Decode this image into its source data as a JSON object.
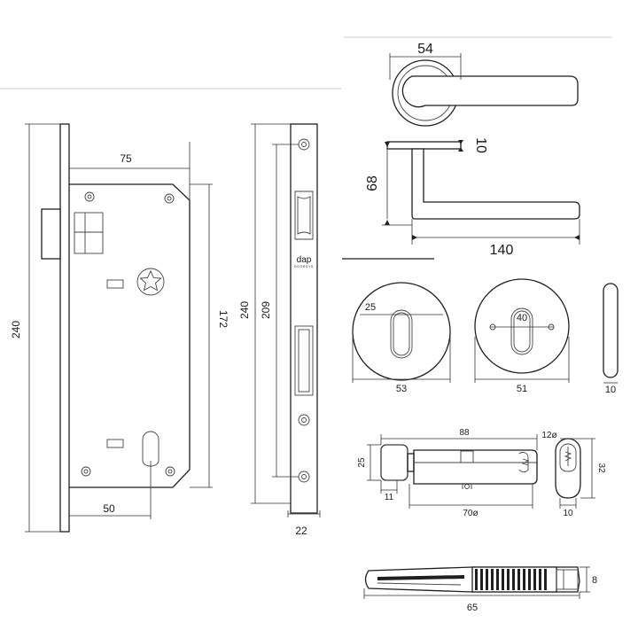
{
  "brand": {
    "name": "dap",
    "tagline": "DOORSYS"
  },
  "dimensions": {
    "lockbody_height": "240",
    "backset": "75",
    "body_height": "172",
    "cylinder_backset": "50",
    "faceplate_height": "240",
    "faceplate_screws": "209",
    "faceplate_width": "22",
    "rose_diameter": "54",
    "rose_thickness": "10",
    "lever_height": "68",
    "lever_length": "140",
    "escutcheon_a_inner": "25",
    "escutcheon_a_diameter": "53",
    "escutcheon_b_inner": "40",
    "escutcheon_b_diameter": "51",
    "escutcheon_side_thickness": "10",
    "cylinder_length": "88",
    "cylinder_knob_height": "25",
    "cylinder_knob_width": "11",
    "cylinder_body_length": "70ø",
    "cylinder_profile_top": "12ø",
    "cylinder_profile_height": "32",
    "cylinder_profile_width": "10",
    "key_length": "65",
    "key_width": "8"
  }
}
